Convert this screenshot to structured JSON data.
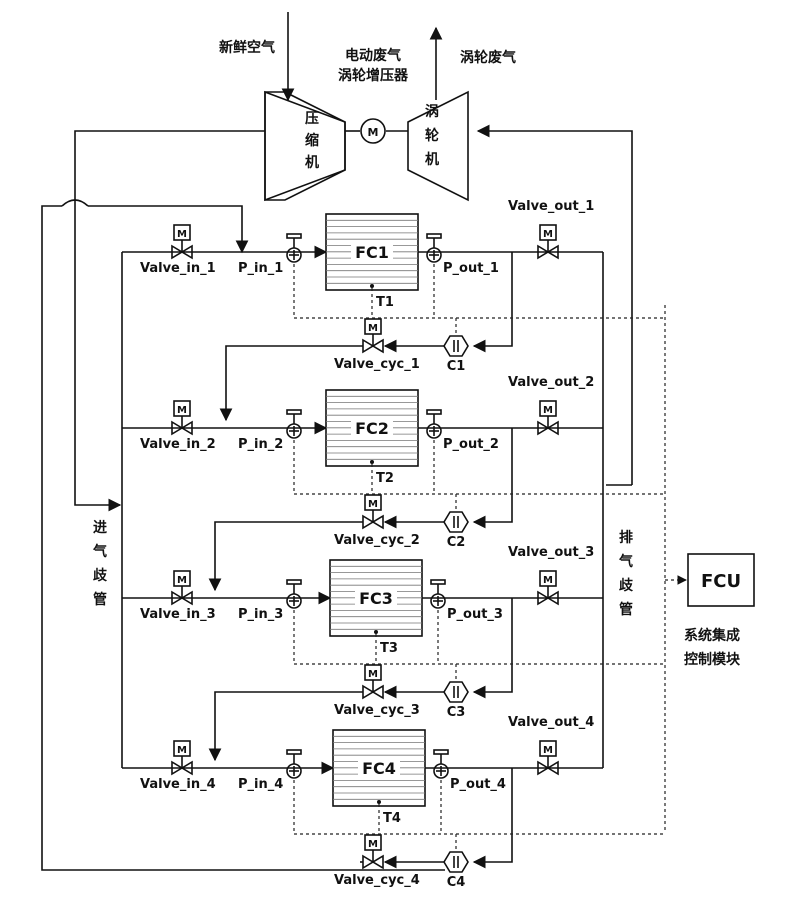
{
  "top": {
    "fresh_air": "新鲜空气",
    "compressor_title_1": "电动废气",
    "compressor_title_2": "涡轮增压器",
    "turbine_exhaust": "涡轮废气",
    "compressor_chars": [
      "压",
      "缩",
      "机"
    ],
    "turbine_chars": [
      "涡",
      "轮",
      "机"
    ],
    "motor": "M"
  },
  "manifolds": {
    "intake_chars": [
      "进",
      "气",
      "歧",
      "管"
    ],
    "exhaust_chars": [
      "排",
      "气",
      "歧",
      "管"
    ]
  },
  "fcu": {
    "label": "FCU",
    "caption_1": "系统集成",
    "caption_2": "控制模块"
  },
  "stacks": [
    {
      "fc": "FC1",
      "temp": "T1",
      "valve_in": "Valve_in_1",
      "p_in": "P_in_1",
      "p_out": "P_out_1",
      "valve_out": "Valve_out_1",
      "valve_cyc": "Valve_cyc_1",
      "compressor": "C1"
    },
    {
      "fc": "FC2",
      "temp": "T2",
      "valve_in": "Valve_in_2",
      "p_in": "P_in_2",
      "p_out": "P_out_2",
      "valve_out": "Valve_out_2",
      "valve_cyc": "Valve_cyc_2",
      "compressor": "C2"
    },
    {
      "fc": "FC3",
      "temp": "T3",
      "valve_in": "Valve_in_3",
      "p_in": "P_in_3",
      "p_out": "P_out_3",
      "valve_out": "Valve_out_3",
      "valve_cyc": "Valve_cyc_3",
      "compressor": "C3"
    },
    {
      "fc": "FC4",
      "temp": "T4",
      "valve_in": "Valve_in_4",
      "p_in": "P_in_4",
      "p_out": "P_out_4",
      "valve_out": "Valve_out_4",
      "valve_cyc": "Valve_cyc_4",
      "compressor": "C4"
    }
  ],
  "valve_actuator": "M"
}
